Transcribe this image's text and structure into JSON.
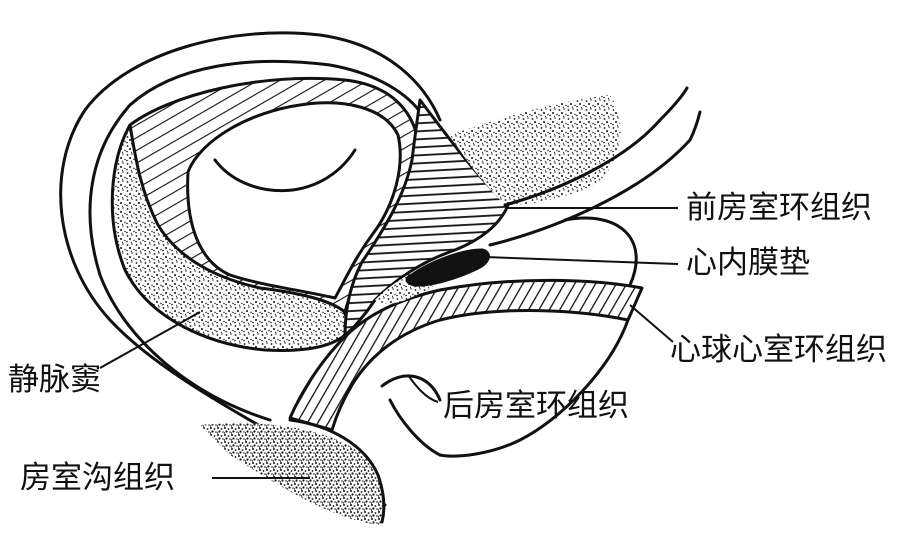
{
  "labels": {
    "anterior_av_ring": "前房室环组织",
    "endocardial_cushion": "心内膜垫",
    "bulboventricular_ring": "心球心室环组织",
    "posterior_av_ring": "后房室环组织",
    "sinus_venosus": "静脉窦",
    "av_sulcus": "房室沟组织"
  },
  "colors": {
    "ink": "#111111",
    "background": "#ffffff"
  }
}
